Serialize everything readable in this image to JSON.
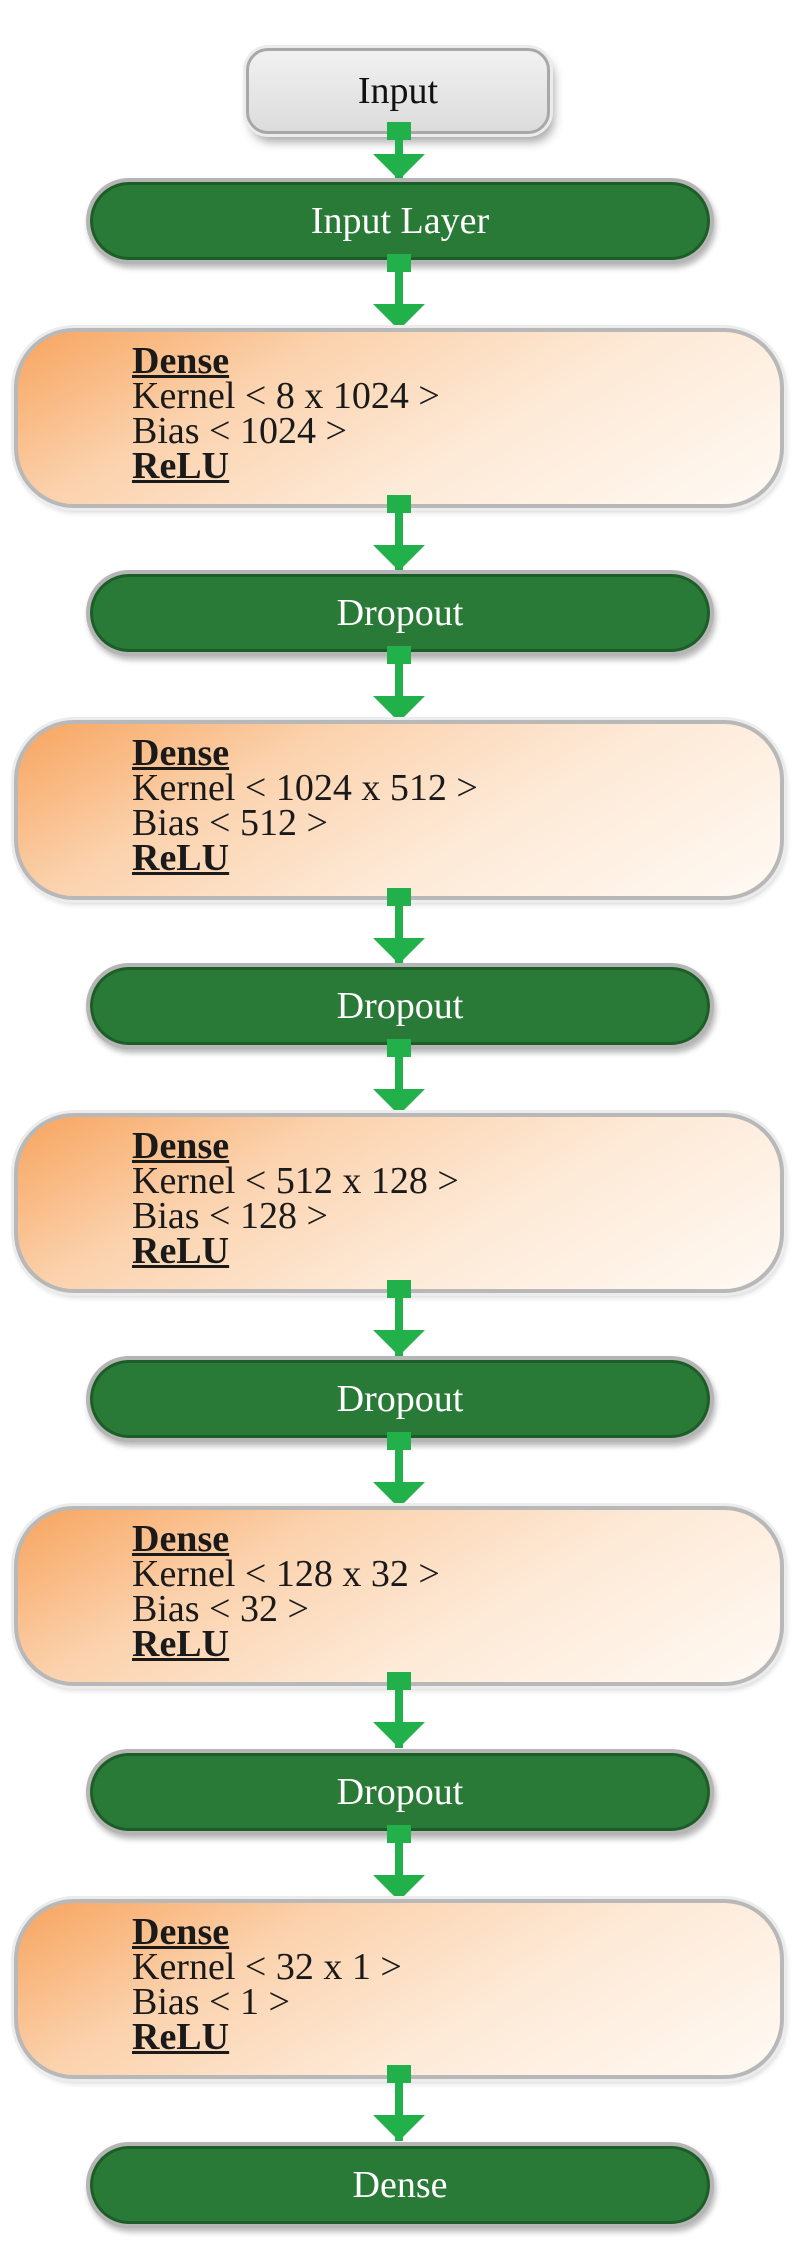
{
  "input": {
    "label": "Input"
  },
  "input_layer": {
    "label": "Input Layer"
  },
  "layers": [
    {
      "type": "dense",
      "title": "Dense",
      "kernel": "Kernel < 8 x 1024 >",
      "bias": "Bias < 1024 >",
      "activation": "ReLU"
    },
    {
      "type": "dropout",
      "label": "Dropout"
    },
    {
      "type": "dense",
      "title": "Dense",
      "kernel": "Kernel < 1024 x 512 >",
      "bias": "Bias < 512 >",
      "activation": "ReLU"
    },
    {
      "type": "dropout",
      "label": "Dropout"
    },
    {
      "type": "dense",
      "title": "Dense",
      "kernel": "Kernel < 512 x 128 >",
      "bias": "Bias < 128 >",
      "activation": "ReLU"
    },
    {
      "type": "dropout",
      "label": "Dropout"
    },
    {
      "type": "dense",
      "title": "Dense",
      "kernel": "Kernel < 128 x 32 >",
      "bias": "Bias < 32 >",
      "activation": "ReLU"
    },
    {
      "type": "dropout",
      "label": "Dropout"
    },
    {
      "type": "dense",
      "title": "Dense",
      "kernel": "Kernel < 32 x 1 >",
      "bias": "Bias < 1 >",
      "activation": "ReLU"
    }
  ],
  "output": {
    "label": "Dense"
  },
  "colors": {
    "green_pill": "#2a7a37",
    "arrow": "#22b04b",
    "dense_gradient_start": "#f7a45e",
    "dense_gradient_end": "#fffaf4",
    "input_box": "#e4e4e4"
  }
}
